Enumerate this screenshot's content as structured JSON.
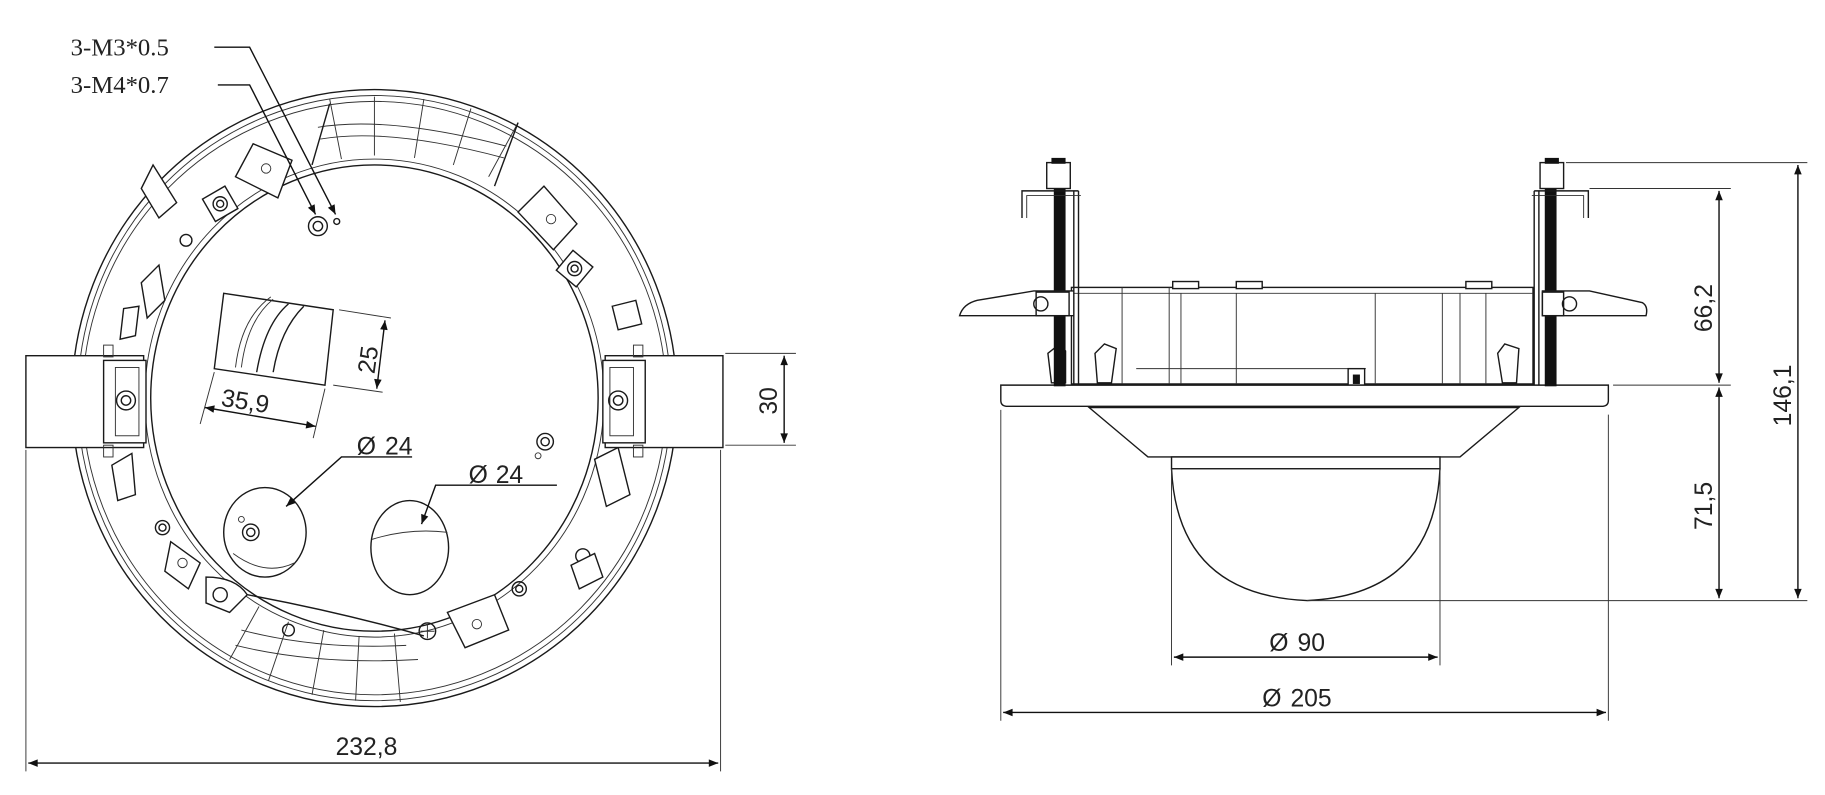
{
  "drawing": {
    "title": "Dome camera in-ceiling mount dimension drawing",
    "units": "mm",
    "colors": {
      "line": "#1a1a1a",
      "background": "#ffffff"
    }
  },
  "top_view": {
    "callouts": {
      "screw_m3": "3-M3*0.5",
      "screw_m4": "3-M4*0.7"
    },
    "dimensions": {
      "overall_width": "232,8",
      "clip_height": "30",
      "cutout_width": "35,9",
      "cutout_height": "25",
      "hole_1_dia": "24",
      "hole_2_dia": "24"
    },
    "diameter_symbol": "Ø"
  },
  "side_view": {
    "dimensions": {
      "above_ceiling": "66,2",
      "below_ceiling": "71,5",
      "total_height": "146,1",
      "dome_dia": "90",
      "flange_dia": "205"
    },
    "diameter_symbol": "Ø"
  }
}
